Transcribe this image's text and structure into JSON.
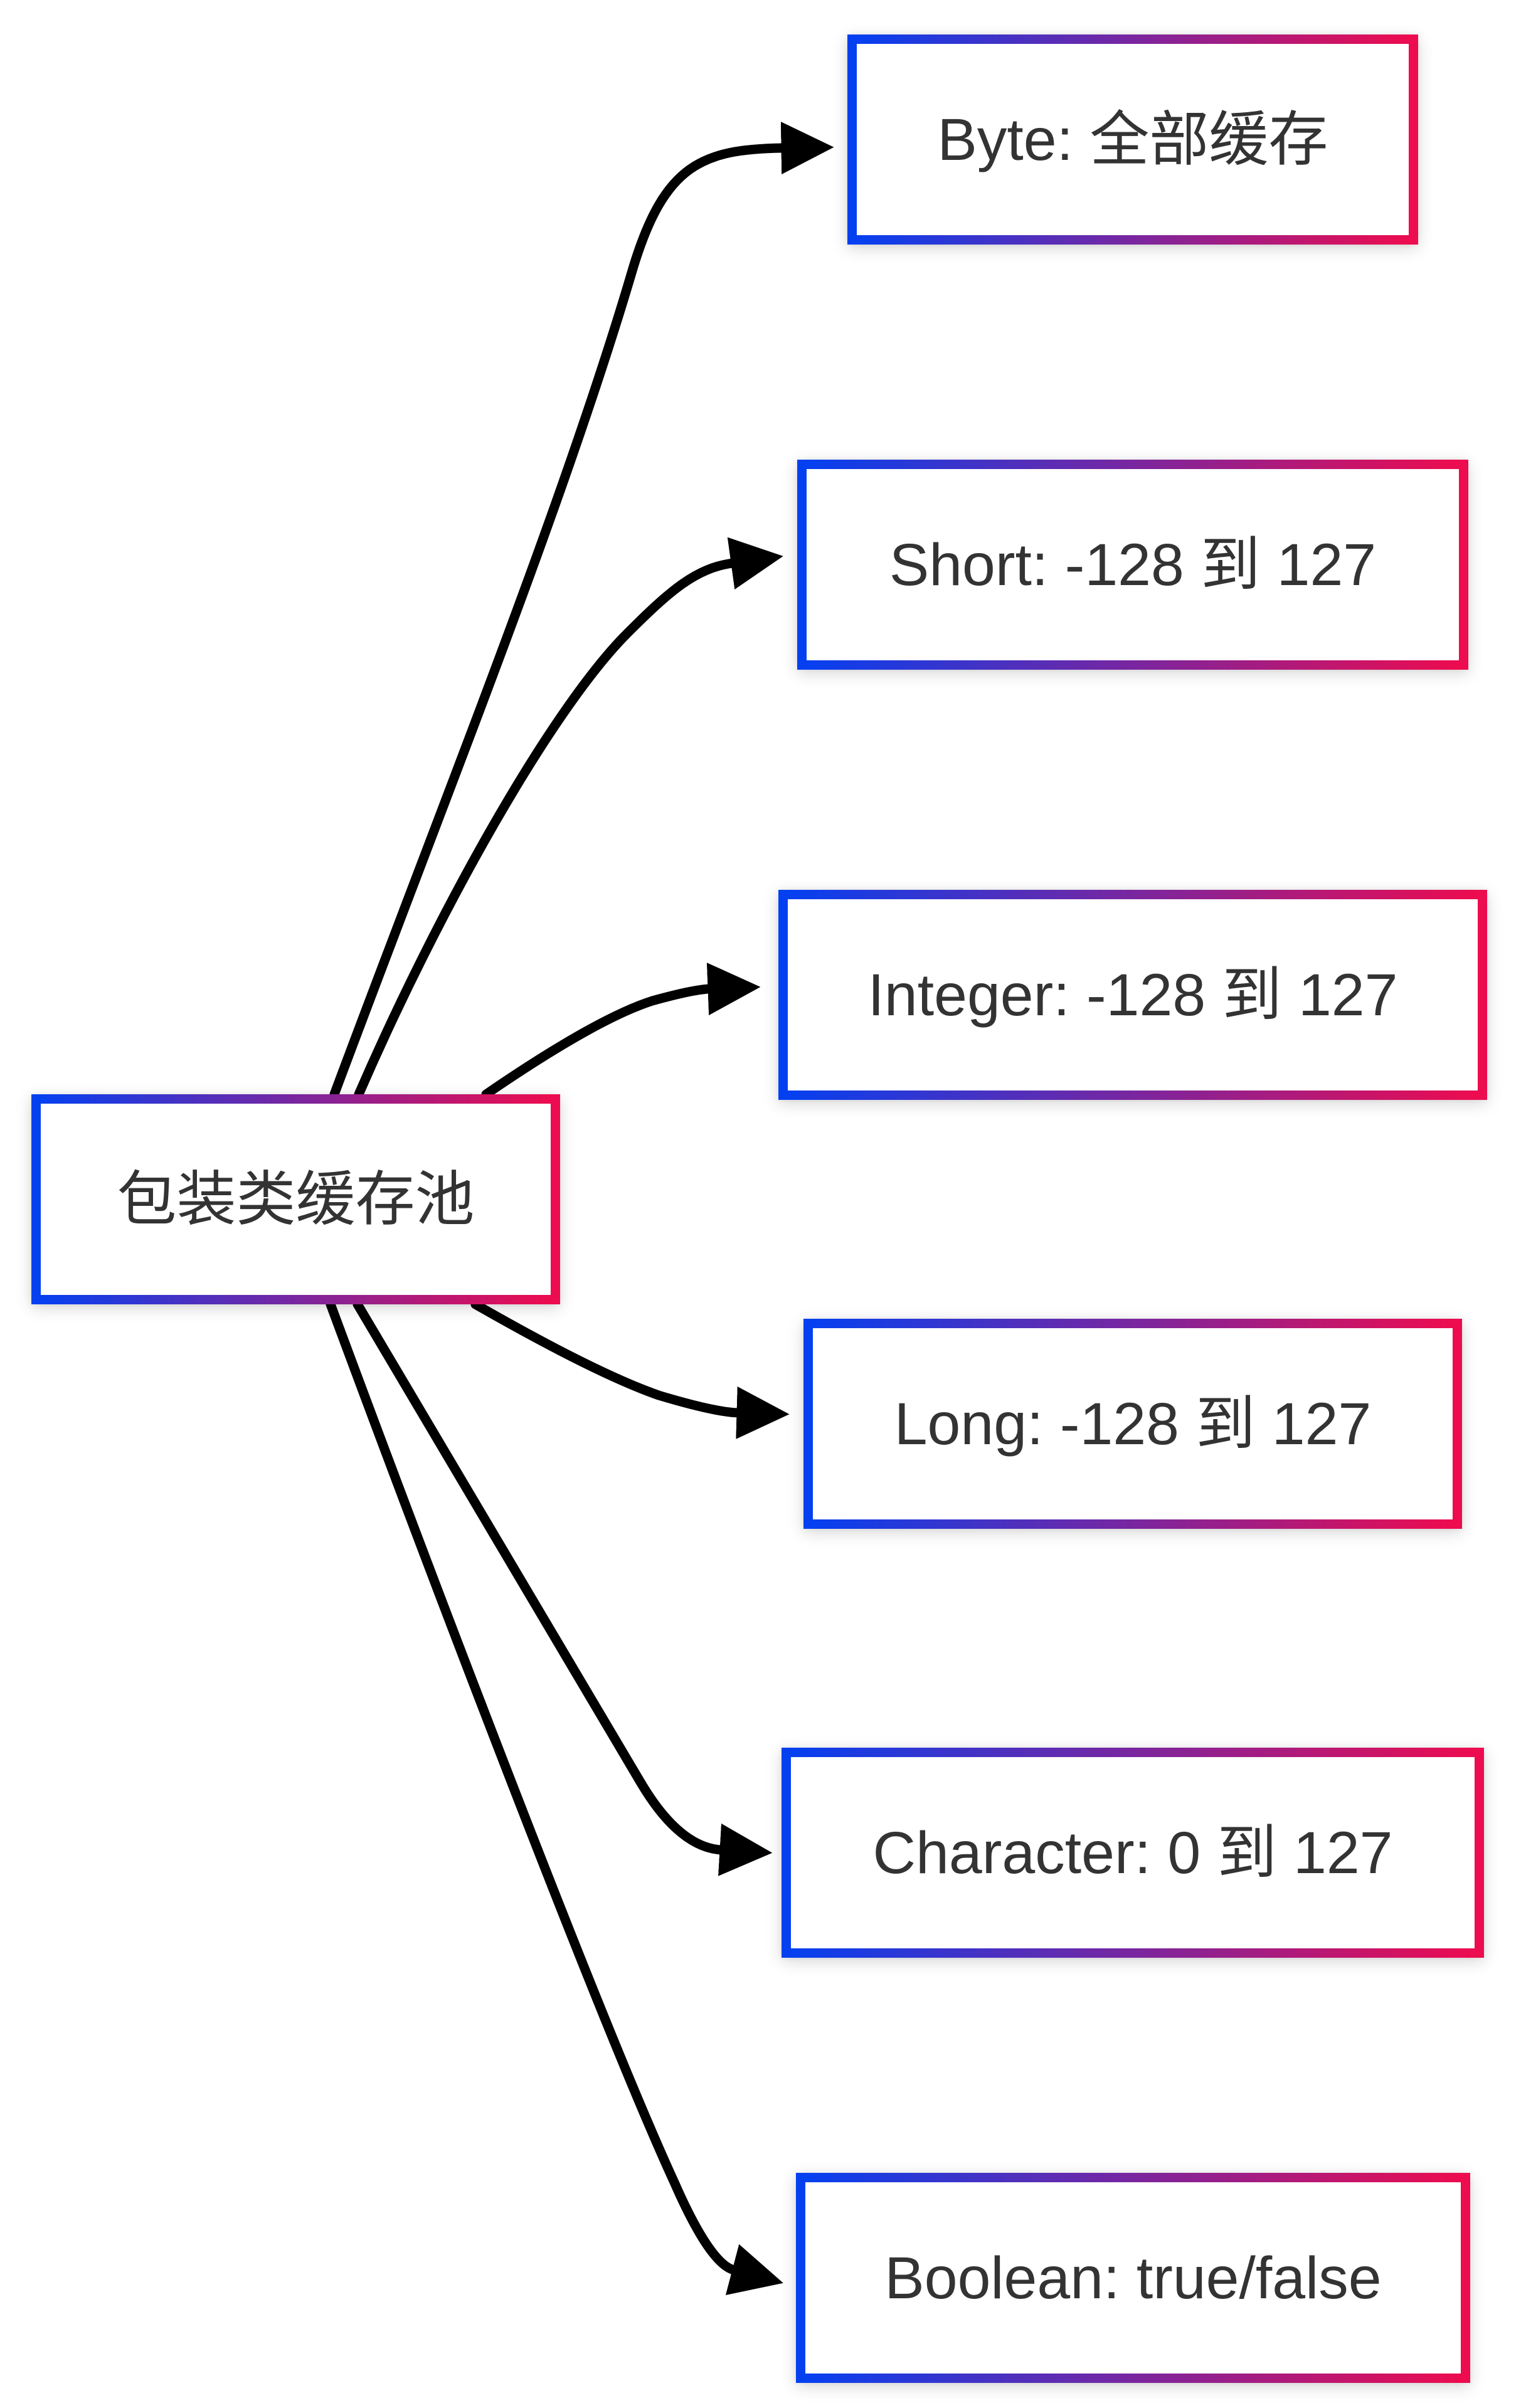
{
  "diagram": {
    "background": "#ffffff",
    "colors": {
      "border_gradient_start": "#0540f0",
      "border_gradient_end": "#ed0c4f",
      "node_background": "#ffffff",
      "node_text": "#333333",
      "arrow": "#000000"
    },
    "root": {
      "id": "root",
      "label": "包装类缓存池"
    },
    "children": [
      {
        "id": "byte",
        "label": "Byte: 全部缓存"
      },
      {
        "id": "short",
        "label": "Short: -128 到 127"
      },
      {
        "id": "integer",
        "label": "Integer: -128 到 127"
      },
      {
        "id": "long",
        "label": "Long: -128 到 127"
      },
      {
        "id": "character",
        "label": "Character: 0 到 127"
      },
      {
        "id": "boolean",
        "label": "Boolean: true/false"
      }
    ]
  }
}
